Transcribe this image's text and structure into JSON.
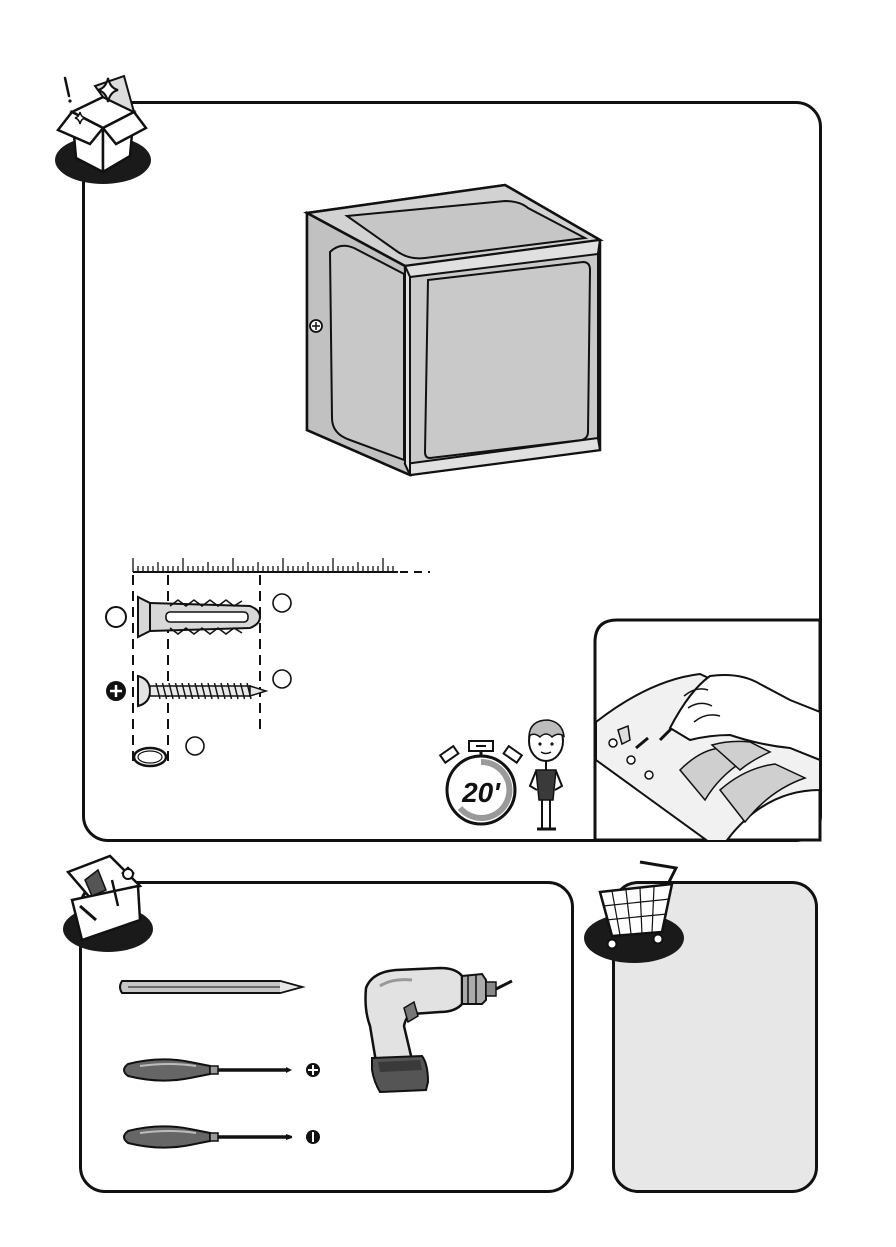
{
  "timer": {
    "minutes_label": "20'"
  },
  "panels": {
    "contents": {
      "icon": "open-box-icon"
    },
    "tools": {
      "icon": "toolbox-icon"
    },
    "shopping": {
      "icon": "shopping-cart-icon"
    }
  },
  "parts": {
    "wall_plug": {
      "icon": "wall-plug-icon",
      "quantity": ""
    },
    "screw": {
      "icon": "phillips-screw-icon",
      "quantity": ""
    },
    "washer": {
      "icon": "washer-ring-icon",
      "quantity": ""
    }
  },
  "tools": [
    {
      "name": "pencil",
      "icon": "pencil-icon"
    },
    {
      "name": "phillips-screwdriver",
      "icon": "phillips-screwdriver-icon"
    },
    {
      "name": "flat-screwdriver",
      "icon": "flat-screwdriver-icon"
    },
    {
      "name": "cordless-drill",
      "icon": "cordless-drill-icon"
    }
  ],
  "colors": {
    "outline": "#111111",
    "product_fill": "#c9c9c9",
    "shopping_panel_bg": "#e7e7e7",
    "icon_oval": "#1a1a1a"
  }
}
